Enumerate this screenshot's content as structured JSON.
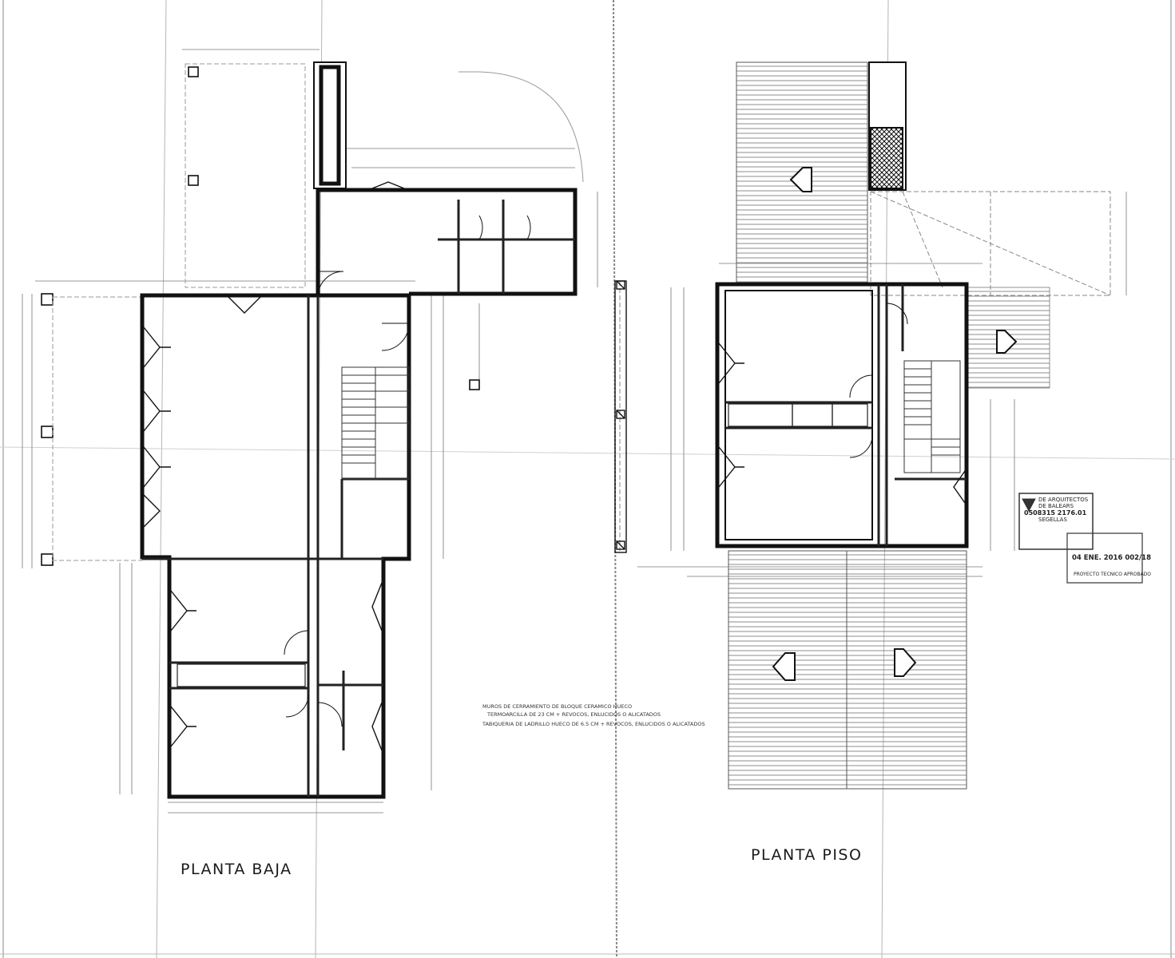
{
  "sheet": {
    "left_plan_title": "PLANTA BAJA",
    "right_plan_title": "PLANTA PISO"
  },
  "legend": {
    "note_1_line_1": "MUROS DE CERRAMIENTO DE BLOQUE CERAMICO HUECO",
    "note_1_line_2": "TERMOARCILLA DE 23 CM + REVOCOS, ENLUCIDOS O ALICATADOS",
    "note_2": "TABIQUERIA DE LADRILLO HUECO DE 6.5 CM + REVOCOS, ENLUCIDOS O ALICATADOS"
  },
  "stamp": {
    "line_1": "DE ARQUITECTOS",
    "line_2": "DE BALEARS",
    "line_3": "0508315 2176.01",
    "line_4": "SEGELLAS"
  },
  "stamp_box": {
    "date_text": "04 ENE. 2016 002/18",
    "footer_text": "PROYECTO TECNICO APROBADO"
  },
  "colors": {
    "ink": "#1a1a1a",
    "paper": "#ffffff",
    "faint": "#9a9a9a"
  }
}
